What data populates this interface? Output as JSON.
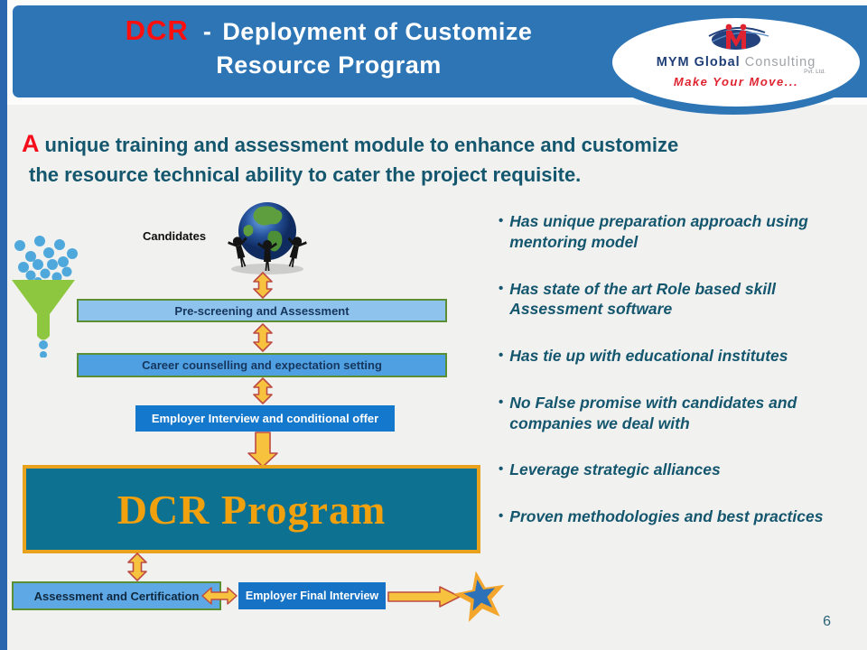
{
  "colors": {
    "header_blue": "#2E75B6",
    "left_strip_blue": "#2A66AE",
    "accent_red": "#FF0E0E",
    "body_teal_text": "#14566E",
    "box_light_blue": "#8EC3EE",
    "box_medium_blue": "#4F9FE3",
    "box_deep_blue": "#1478CC",
    "dcr_teal": "#0D7191",
    "dcr_orange": "#E8A21E",
    "arrow_gold": "#F7C33F",
    "arrow_outline": "#BD4B43",
    "funnel_green": "#8DC63F",
    "dot_blue": "#4FA8DC",
    "border_green": "#5A8F33"
  },
  "header": {
    "title_acronym": "DCR",
    "title_sep": "-",
    "title_line1": "Deployment of Customize",
    "title_line2": "Resource Program",
    "logo": {
      "mark_letter": "M",
      "brand_bold": "MYM Global",
      "brand_light": "Consulting",
      "brand_sub": "Pvt. Ltd.",
      "tagline": "Make Your Move..."
    }
  },
  "subtitle": {
    "lead": "A",
    "line1": "unique training and assessment module to enhance and customize",
    "line2": "the resource technical ability to cater the project requisite."
  },
  "flow": {
    "candidates_label": "Candidates",
    "box_prescreening": "Pre-screening and Assessment",
    "box_counselling": "Career counselling and expectation setting",
    "box_interview": "Employer Interview and conditional offer",
    "box_dcr": "DCR Program",
    "box_assessment": "Assessment  and Certification",
    "box_final_interview": "Employer Final Interview"
  },
  "bullets": {
    "char": "•",
    "items": [
      "Has unique preparation approach using mentoring model",
      "Has state of the art Role based skill Assessment software",
      "Has tie up with educational institutes",
      "No False promise with candidates and companies we deal with",
      "Leverage strategic alliances",
      "Proven methodologies and best practices"
    ]
  },
  "footer": {
    "page_number": "6"
  }
}
